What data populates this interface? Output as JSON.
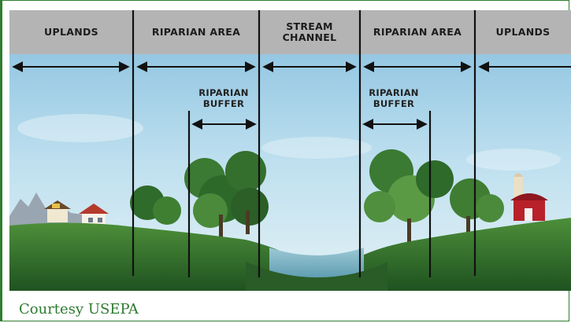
{
  "diagram": {
    "zones": [
      {
        "label": "UPLANDS"
      },
      {
        "label": "RIPARIAN AREA"
      },
      {
        "label": "STREAM\nCHANNEL"
      },
      {
        "label": "RIPARIAN AREA"
      },
      {
        "label": "UPLANDS"
      }
    ],
    "buffers": [
      {
        "label": "RIPARIAN\nBUFFER"
      },
      {
        "label": "RIPARIAN\nBUFFER"
      }
    ]
  },
  "caption": "Courtesy USEPA",
  "colors": {
    "frame_border": "#2f7d2f",
    "header_bar": "#b4b4b4",
    "caption_text": "#2d7a30",
    "sky_top": "#8fc3df",
    "ground": "#2f6a2a",
    "water": "#7fb7c8"
  }
}
